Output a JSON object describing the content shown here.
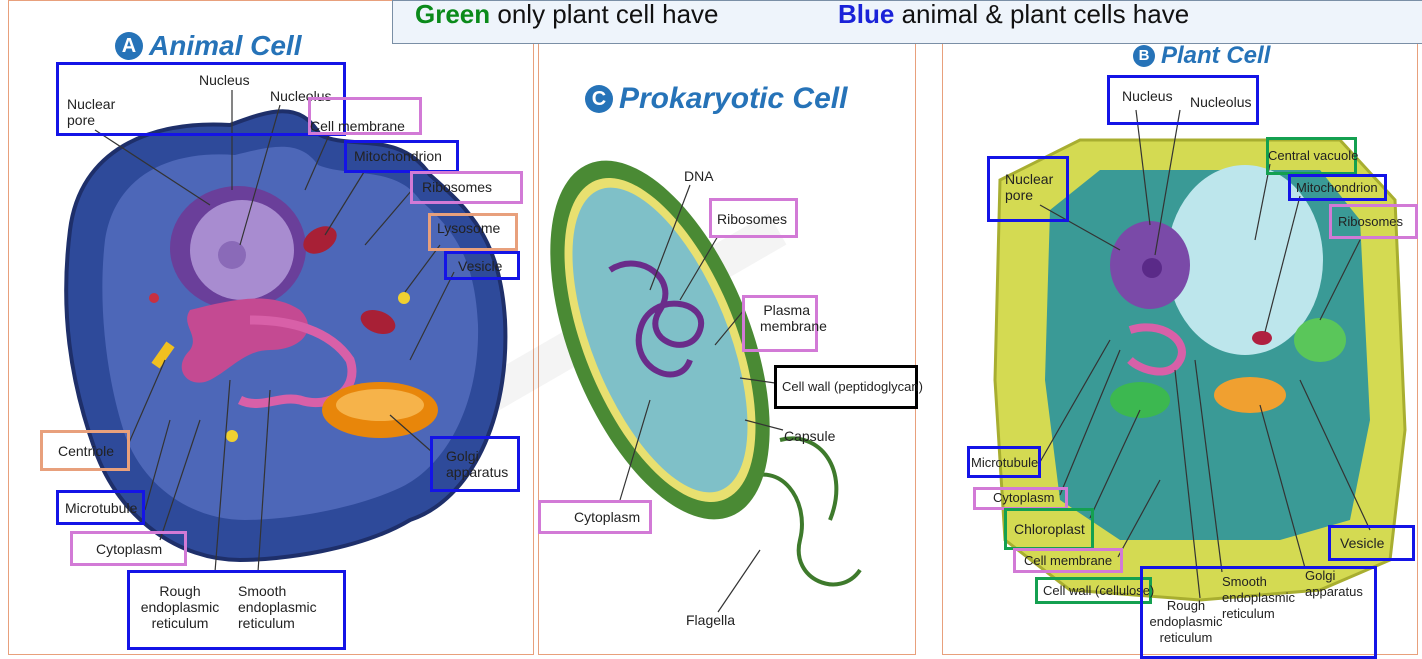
{
  "legend": {
    "green_key": "Green",
    "green_text": " only plant cell have",
    "blue_key": "Blue",
    "blue_text": " animal & plant cells have",
    "green_color": "#0a8a1a",
    "blue_color": "#1a22d8"
  },
  "animal": {
    "badge": "A",
    "title": "Animal Cell",
    "labels": {
      "nuclear_pore": "Nuclear\npore",
      "nucleus": "Nucleus",
      "nucleolus": "Nucleolus",
      "cell_membrane": "Cell membrane",
      "mitochondrion": "Mitochondrion",
      "ribosomes": "Ribosomes",
      "lysosome": "Lysosome",
      "vesicle": "Vesicle",
      "centriole": "Centriole",
      "golgi": "Golgi\napparatus",
      "microtubule": "Microtubule",
      "cytoplasm": "Cytoplasm",
      "rough_er": "Rough\nendoplasmic\nreticulum",
      "smooth_er": "Smooth\nendoplasmic\nreticulum"
    }
  },
  "prokaryotic": {
    "badge": "C",
    "title": "Prokaryotic Cell",
    "labels": {
      "dna": "DNA",
      "ribosomes": "Ribosomes",
      "plasma_membrane": "Plasma\nmembrane",
      "cell_wall": "Cell wall (peptidoglycan)",
      "capsule": "Capsule",
      "cytoplasm": "Cytoplasm",
      "flagella": "Flagella"
    }
  },
  "plant": {
    "badge": "B",
    "title": "Plant Cell",
    "labels": {
      "nucleus": "Nucleus",
      "nucleolus": "Nucleolus",
      "central_vacuole": "Central vacuole",
      "nuclear_pore": "Nuclear\npore",
      "mitochondrion": "Mitochondrion",
      "ribosomes": "Ribosomes",
      "microtubule": "Microtubule",
      "cytoplasm": "Cytoplasm",
      "chloroplast": "Chloroplast",
      "cell_membrane": "Cell membrane",
      "vesicle": "Vesicle",
      "cell_wall": "Cell wall (cellulose)",
      "smooth_er": "Smooth\nendoplasmic\nreticulum",
      "golgi": "Golgi\napparatus",
      "rough_er": "Rough\nendoplasmic\nreticulum"
    }
  }
}
